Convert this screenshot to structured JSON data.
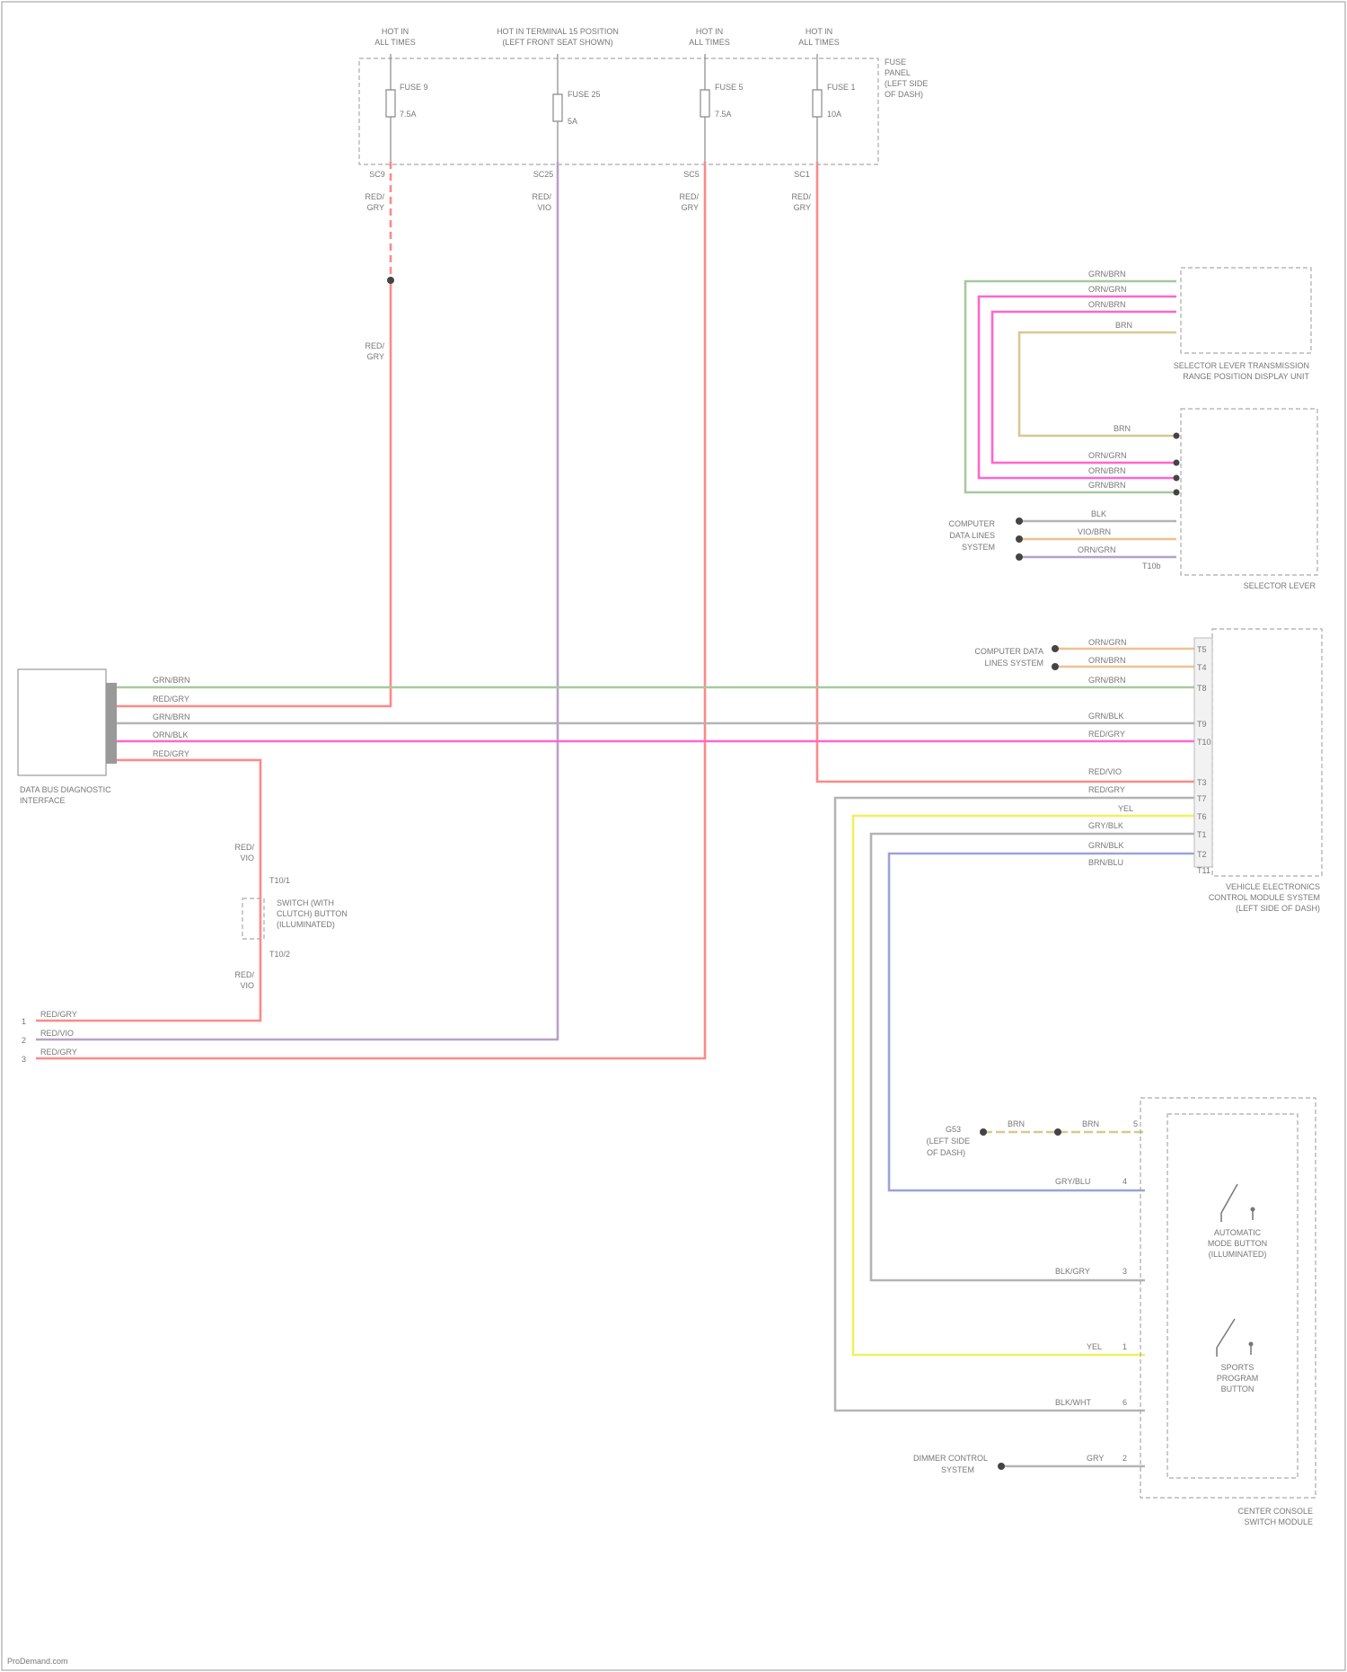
{
  "colors": {
    "red": "#ff8888",
    "pink": "#ff66cc",
    "purple": "#b8a0c8",
    "green": "#a8c8a0",
    "gray": "#b4b4b4",
    "tan": "#d8c890",
    "yellow": "#f0f060",
    "blue": "#9aa4d8",
    "orange": "#f0c090"
  },
  "fuse_block": {
    "hot_in_run_1": [
      "HOT IN",
      "ALL TIMES"
    ],
    "hot_terminal": [
      "HOT IN TERMINAL 15 POSITION",
      "(LEFT FRONT SEAT SHOWN)"
    ],
    "hot_in_run_2": [
      "HOT IN",
      "ALL TIMES"
    ],
    "hot_in_run_3": [
      "HOT IN",
      "ALL TIMES"
    ],
    "side_label": [
      "FUSE",
      "PANEL",
      "(LEFT SIDE",
      "OF DASH)"
    ],
    "fuse_1": [
      "FUSE 9",
      "7.5A"
    ],
    "fuse_2": [
      "FUSE 25",
      "5A"
    ],
    "fuse_3": [
      "FUSE 5",
      "7.5A"
    ],
    "fuse_4": [
      "FUSE 1",
      "10A"
    ],
    "pin_1": "SC9",
    "pin_2": "SC25",
    "pin_3": "SC5",
    "pin_4": "SC1"
  },
  "fuse_wires": {
    "w1": [
      "RED/",
      "GRY"
    ],
    "w2": [
      "RED/",
      "VIO"
    ],
    "w3": [
      "RED/",
      "GRY"
    ],
    "w4": [
      "RED/",
      "GRY"
    ],
    "w1_lower": [
      "RED/",
      "GRY"
    ]
  },
  "data_bus_module": {
    "name": [
      "DATA BUS DIAGNOSTIC",
      "INTERFACE"
    ],
    "wires": [
      "GRN/BRN",
      "RED/GRY",
      "GRN/BRN",
      "ORN/BLK",
      "RED/GRY"
    ]
  },
  "clutch_switch": {
    "name": [
      "SWITCH (WITH",
      "CLUTCH) BUTTON",
      "(ILLUMINATED)"
    ],
    "pin_top": "T10/1",
    "pin_bottom": "T10/2",
    "wire_top": [
      "RED/",
      "VIO"
    ],
    "wire_bottom": [
      "RED/",
      "VIO"
    ]
  },
  "lower_left_wires": {
    "labels": [
      "RED/GRY",
      "RED/VIO",
      "RED/GRY"
    ],
    "pins": [
      "1",
      "2",
      "3"
    ]
  },
  "selector_lever": {
    "name": [
      "SELECTOR LEVER TRANSMISSION",
      "RANGE POSITION DISPLAY UNIT"
    ],
    "wires": [
      "GRN/BRN",
      "ORN/GRN",
      "ORN/BRN",
      "BRN"
    ]
  },
  "selector_lever_sensor": {
    "name": "SELECTOR LEVER",
    "wires_top": [
      "BRN",
      "ORN/GRN",
      "ORN/BRN",
      "GRN/BRN"
    ],
    "dsg_label": [
      "COMPUTER",
      "DATA LINES",
      "SYSTEM"
    ],
    "wires_bottom": [
      "BLK",
      "VIO/BRN",
      "ORN/GRN"
    ],
    "pin_bottom": "T10b"
  },
  "ecm": {
    "name": [
      "VEHICLE ELECTRONICS",
      "CONTROL MODULE SYSTEM",
      "(LEFT SIDE OF DASH)"
    ],
    "can_label": [
      "COMPUTER DATA",
      "LINES SYSTEM"
    ],
    "wires": [
      "ORN/GRN",
      "ORN/BRN",
      "GRN/BRN",
      "GRN/BLK",
      "RED/GRY",
      "RED/VIO",
      "RED/GRY",
      "GRY/BLK",
      "YEL",
      "GRN/BLK",
      "BRN/BLU"
    ],
    "pins": [
      "T5",
      "T4",
      "T8",
      "T9",
      "T10",
      "T3",
      "T7",
      "T6",
      "T1",
      "T2",
      "T11"
    ]
  },
  "console_module": {
    "name": [
      "CENTER CONSOLE",
      "SWITCH MODULE"
    ],
    "switch_1": [
      "AUTOMATIC",
      "MODE BUTTON",
      "(ILLUMINATED)"
    ],
    "switch_2": [
      "SPORTS",
      "PROGRAM",
      "BUTTON"
    ],
    "ground_label": [
      "G53",
      "(LEFT SIDE",
      "OF DASH)"
    ],
    "ground_wire_1": "BRN",
    "ground_wire_2": "BRN",
    "wires": [
      "GRY/BLU",
      "BLK/GRY",
      "YEL",
      "BLK/WHT"
    ],
    "pins": [
      "4",
      "3",
      "1",
      "6"
    ],
    "top_pin": "5",
    "dimmer_label": [
      "DIMMER CONTROL",
      "SYSTEM"
    ],
    "dimmer_wire": "GRY",
    "dimmer_pin": "2"
  },
  "footer": "ProDemand.com"
}
